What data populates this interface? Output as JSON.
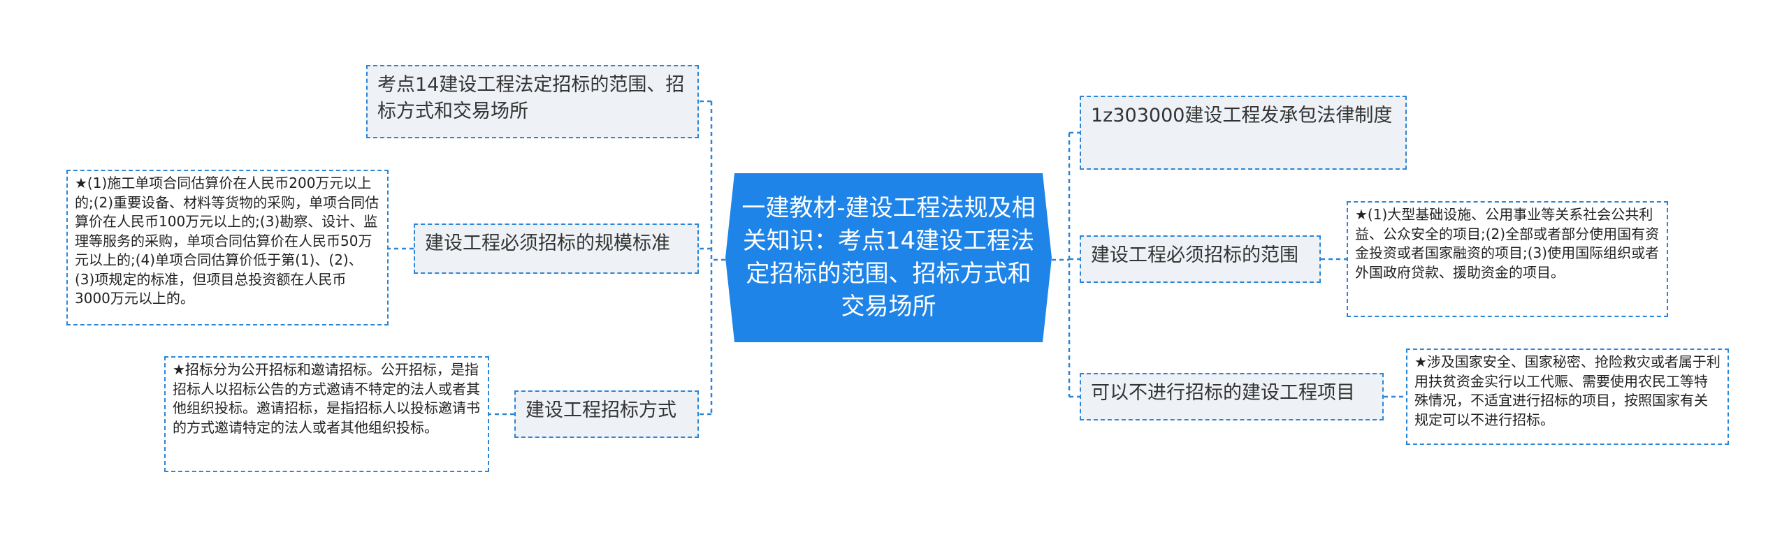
{
  "center": {
    "title": "一建教材-建设工程法规及相关知识：考点14建设工程法定招标的范围、招标方式和交易场所"
  },
  "left": {
    "topic1": "考点14建设工程法定招标的范围、招标方式和交易场所",
    "topic2": "建设工程必须招标的规模标准",
    "topic2_note": "★(1)施工单项合同估算价在人民币200万元以上的;(2)重要设备、材料等货物的采购，单项合同估算价在人民币100万元以上的;(3)勘察、设计、监理等服务的采购，单项合同估算价在人民币50万元以上的;(4)单项合同估算价低于第(1)、(2)、(3)项规定的标准，但项目总投资额在人民币3000万元以上的。",
    "topic3": "建设工程招标方式",
    "topic3_note": "★招标分为公开招标和邀请招标。公开招标，是指招标人以招标公告的方式邀请不特定的法人或者其他组织投标。邀请招标，是指招标人以投标邀请书的方式邀请特定的法人或者其他组织投标。"
  },
  "right": {
    "topic1": "1z303000建设工程发承包法律制度",
    "topic2": "建设工程必须招标的范围",
    "topic2_note": "★(1)大型基础设施、公用事业等关系社会公共利益、公众安全的项目;(2)全部或者部分使用国有资金投资或者国家融资的项目;(3)使用国际组织或者外国政府贷款、援助资金的项目。",
    "topic3": "可以不进行招标的建设工程项目",
    "topic3_note": "★涉及国家安全、国家秘密、抢险救灾或者属于利用扶贫资金实行以工代赈、需要使用农民工等特殊情况，不适宜进行招标的项目，按照国家有关规定可以不进行招标。"
  },
  "colors": {
    "accent": "#1f84e8",
    "line": "#2b86d7",
    "topic_bg": "#eef1f5"
  }
}
